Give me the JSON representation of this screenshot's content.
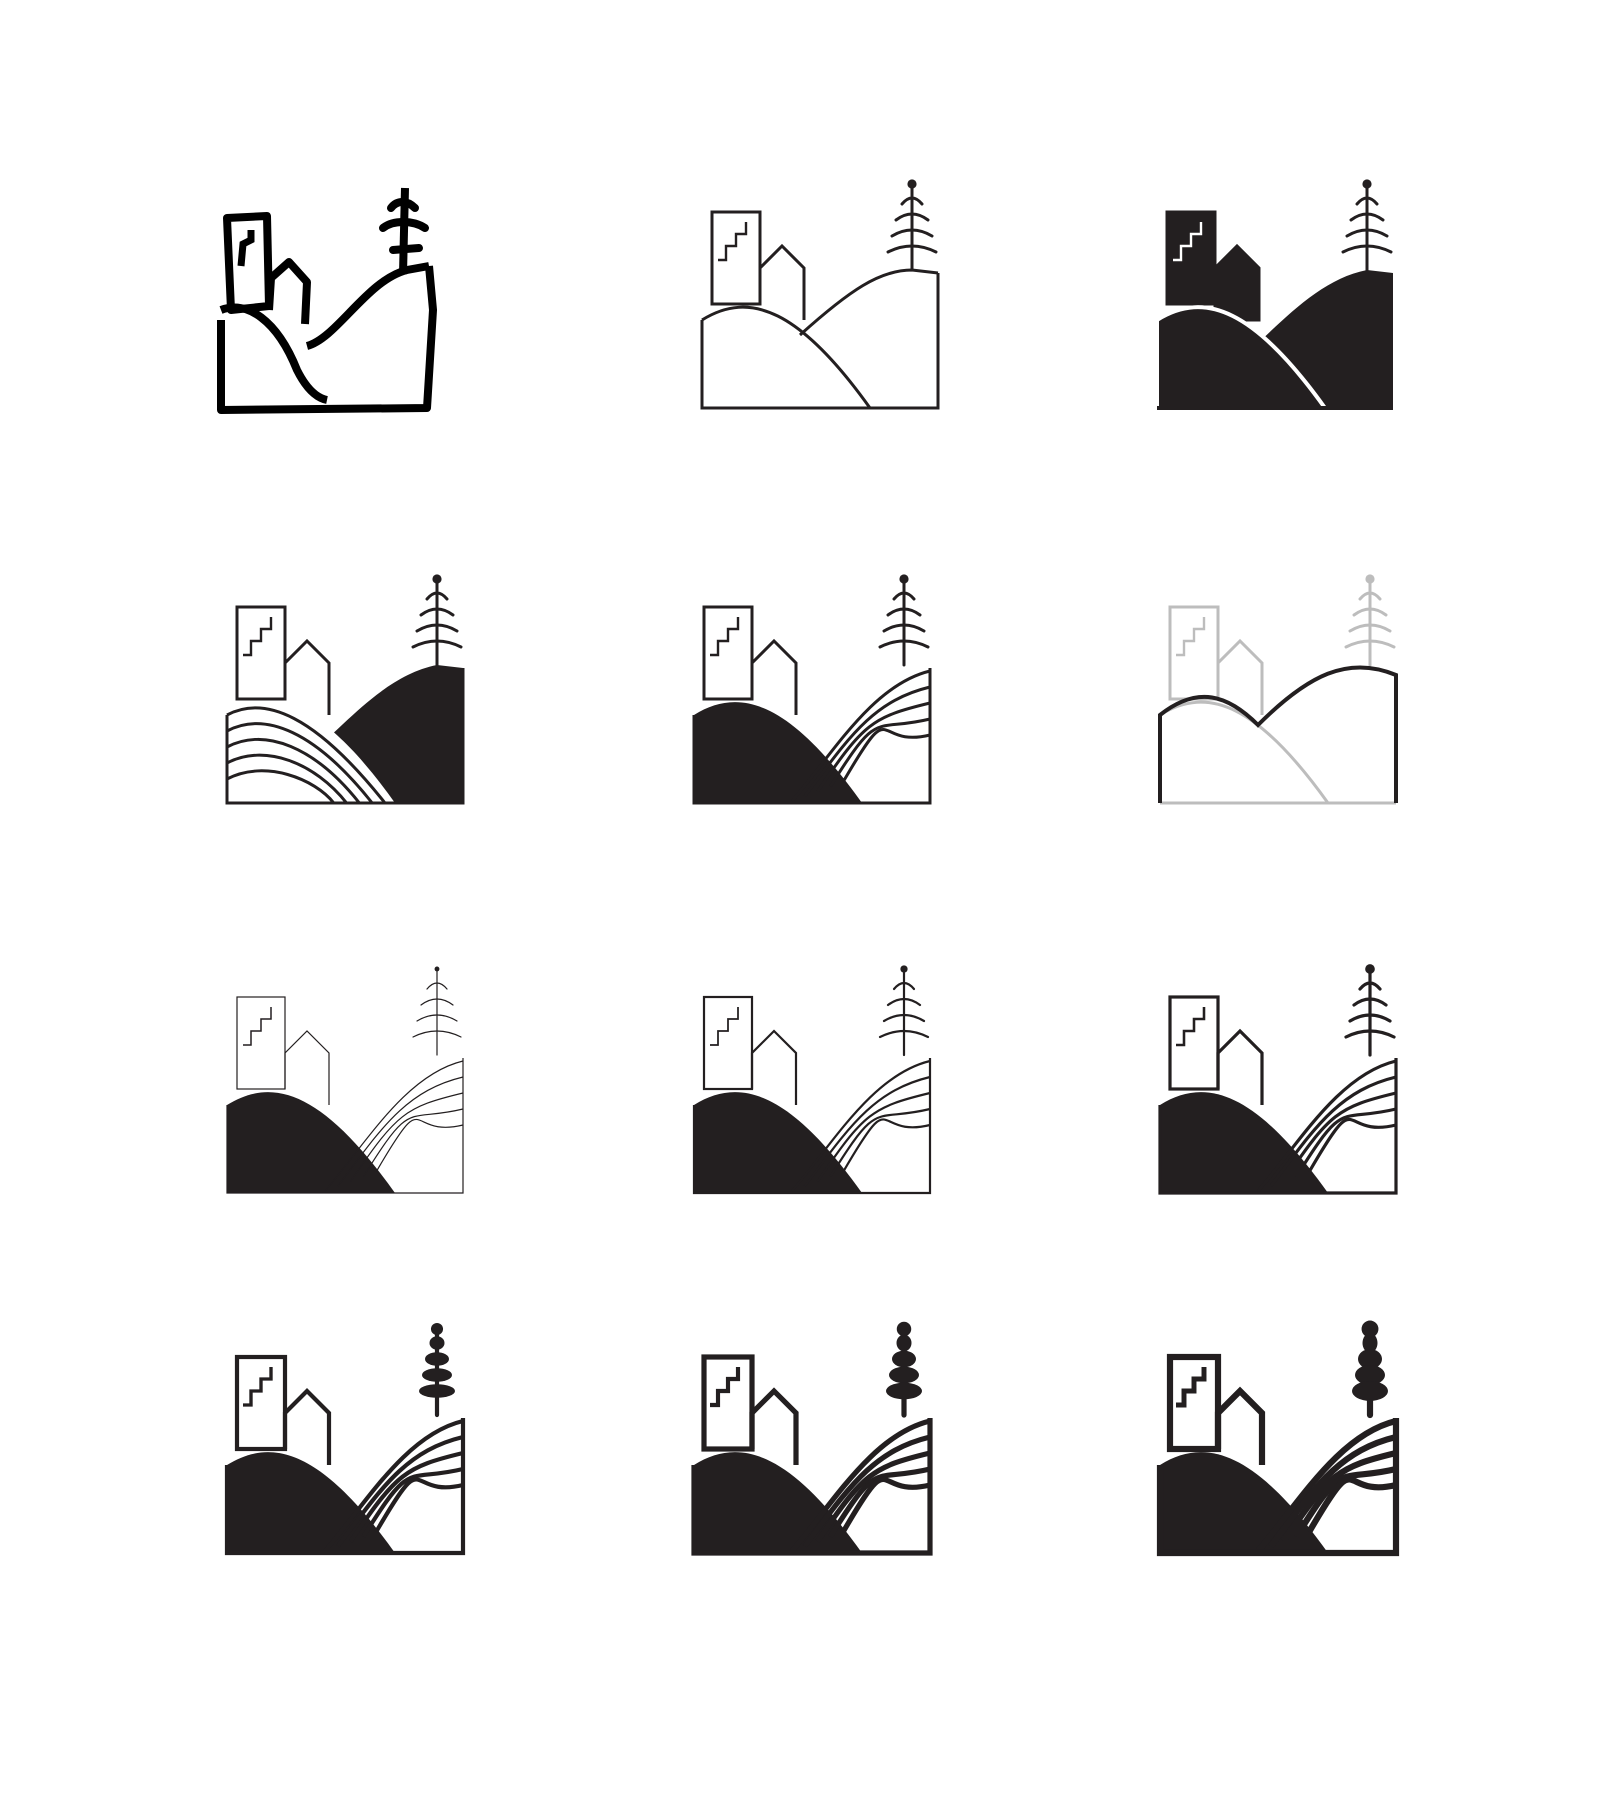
{
  "canvas": {
    "background": "#ffffff"
  },
  "colors": {
    "ink": "#231f20",
    "muted": "#bdbdbd"
  },
  "icons": [
    {
      "name": "landscape-sketch-icon",
      "style": "sketch"
    },
    {
      "name": "landscape-outline-icon",
      "style": "outline"
    },
    {
      "name": "landscape-solid-icon",
      "style": "solid"
    },
    {
      "name": "landscape-left-lined-right-solid-icon",
      "style": "left-lines-right-solid"
    },
    {
      "name": "landscape-left-solid-right-lined-icon",
      "style": "left-solid-right-lines"
    },
    {
      "name": "landscape-gray-outline-icon",
      "style": "gray-outline"
    },
    {
      "name": "landscape-thin-stroke-icon",
      "style": "solid-lines-thin"
    },
    {
      "name": "landscape-regular-stroke-icon",
      "style": "solid-lines-regular"
    },
    {
      "name": "landscape-medium-stroke-icon",
      "style": "solid-lines-medium"
    },
    {
      "name": "landscape-bold-stroke-icon",
      "style": "solid-lines-bold"
    },
    {
      "name": "landscape-heavy-stroke-icon",
      "style": "solid-lines-heavy"
    },
    {
      "name": "landscape-black-stroke-icon",
      "style": "solid-lines-black"
    }
  ]
}
